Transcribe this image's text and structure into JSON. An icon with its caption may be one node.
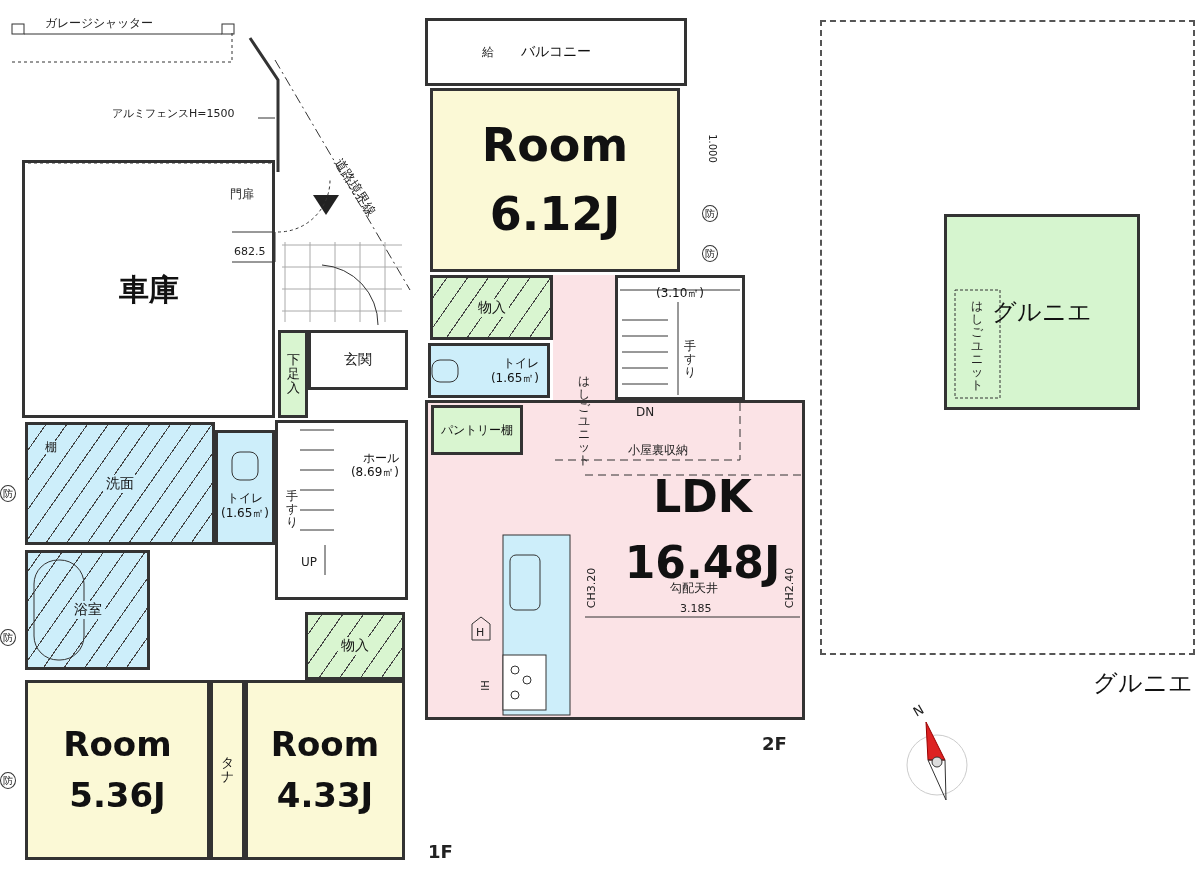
{
  "diagram": {
    "nodes": [
      {
        "text": [
          "車庫"
        ]
      },
      {
        "text": [
          "下足入"
        ]
      },
      {
        "text": [
          "玄関"
        ]
      },
      {
        "text": [
          "ホール",
          "(8.69㎡)"
        ]
      },
      {
        "text": [
          "洗面"
        ]
      },
      {
        "text": [
          "トイレ",
          "(1.65㎡)"
        ]
      },
      {
        "text": [
          "浴室"
        ]
      },
      {
        "text": [
          "物入"
        ]
      },
      {
        "text": [
          "Room 5.36J"
        ]
      },
      {
        "text": [
          "タナ"
        ]
      },
      {
        "text": [
          "Room 4.33J"
        ]
      },
      {
        "text": [
          "バルコニー"
        ]
      },
      {
        "text": [
          "Room 6.12J"
        ]
      },
      {
        "text": [
          "物入"
        ]
      },
      {
        "text": [
          "トイレ",
          "(1.65㎡)"
        ]
      },
      {
        "text": [
          "LDK 16.48J"
        ]
      },
      {
        "text": [
          "パントリー棚"
        ],
        "in": 15
      },
      {
        "text": [
          "(3.10㎡)"
        ]
      },
      {
        "text": [
          "グルニエ"
        ]
      },
      {
        "text": [
          "グルニエ"
        ],
        "in": 18
      }
    ],
    "labels": [
      "ガレージシャッター",
      "アルミフェンスH=1500",
      "道路境界線",
      "門扉",
      "682.5",
      "防",
      "防",
      "防",
      "防",
      "防",
      "UP",
      "1F",
      "2F",
      "給",
      "1.000",
      "DN",
      "小屋裏収納",
      "CH3.20",
      "CH2.40",
      "勾配天井",
      "3.185",
      "はしごユニット",
      "はしごユニット",
      "手すり",
      "手すり",
      "棚",
      "IH",
      "H",
      "N"
    ]
  }
}
